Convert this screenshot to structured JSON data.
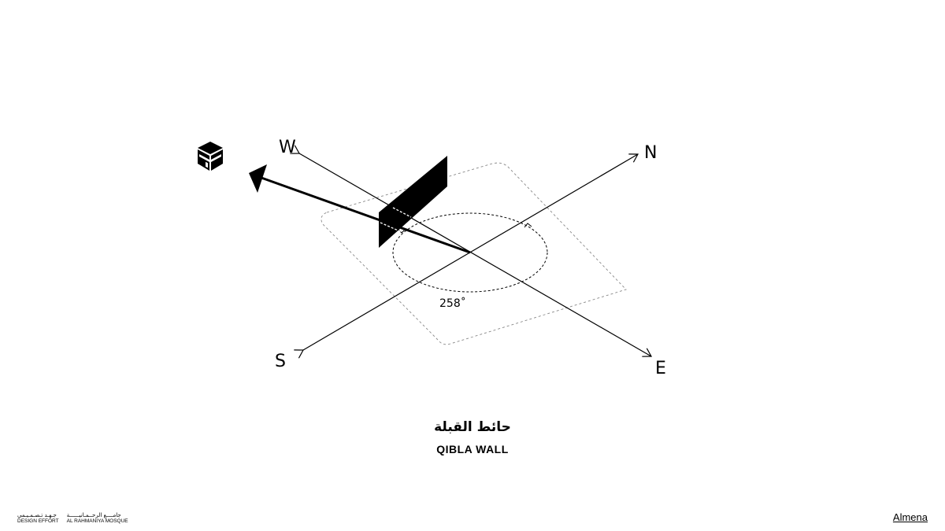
{
  "compass": {
    "north": "N",
    "south": "S",
    "east": "E",
    "west": "W"
  },
  "angle_label": "258˚",
  "caption": {
    "arabic": "حائط القبلة",
    "english": "QIBLA WALL"
  },
  "footer": {
    "design_effort_ar": "جـهـد تـصـمـيـمي",
    "design_effort_en": "DESIGN EFFORT",
    "mosque_ar": "جامــــع الرحــمـانيــــــة",
    "mosque_en": "AL RAHMANIYA MOSQUE",
    "brand": "Almena"
  },
  "icons": {
    "kaaba": "kaaba-icon"
  }
}
